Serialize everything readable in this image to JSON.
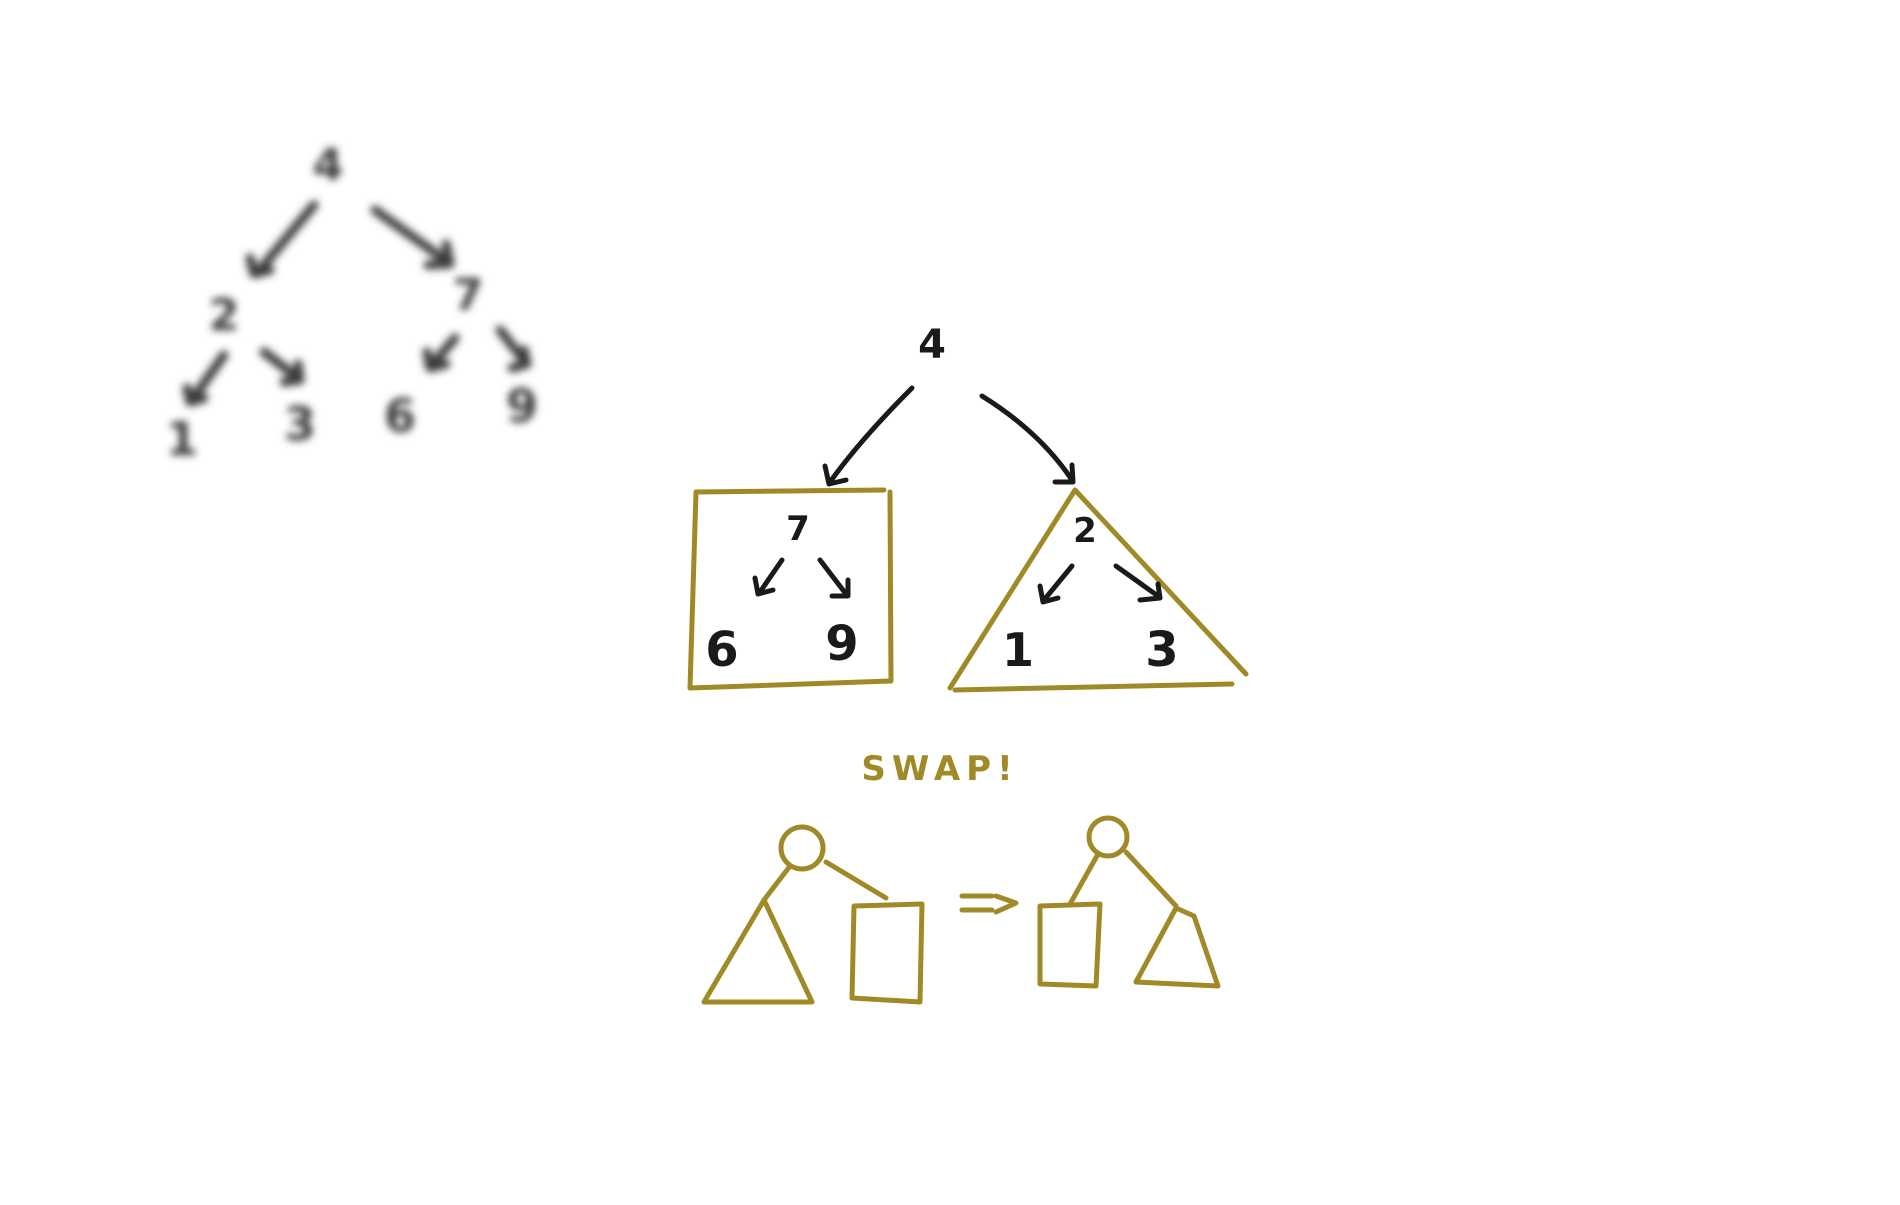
{
  "colors": {
    "background": "#ffffff",
    "ink": "#1a1a1a",
    "blurred_ink": "#3a3a3a",
    "gold": "#a08a28"
  },
  "original_tree": {
    "root": "4",
    "level1": [
      "2",
      "7"
    ],
    "leaves": [
      "1",
      "3",
      "6",
      "9"
    ]
  },
  "inverted_tree": {
    "root": "4",
    "left_subtree": {
      "root": "7",
      "leaves": [
        "6",
        "9"
      ]
    },
    "right_subtree": {
      "root": "2",
      "leaves": [
        "1",
        "3"
      ]
    }
  },
  "swap_label": "SWAP!",
  "swap_arrow": "=>"
}
